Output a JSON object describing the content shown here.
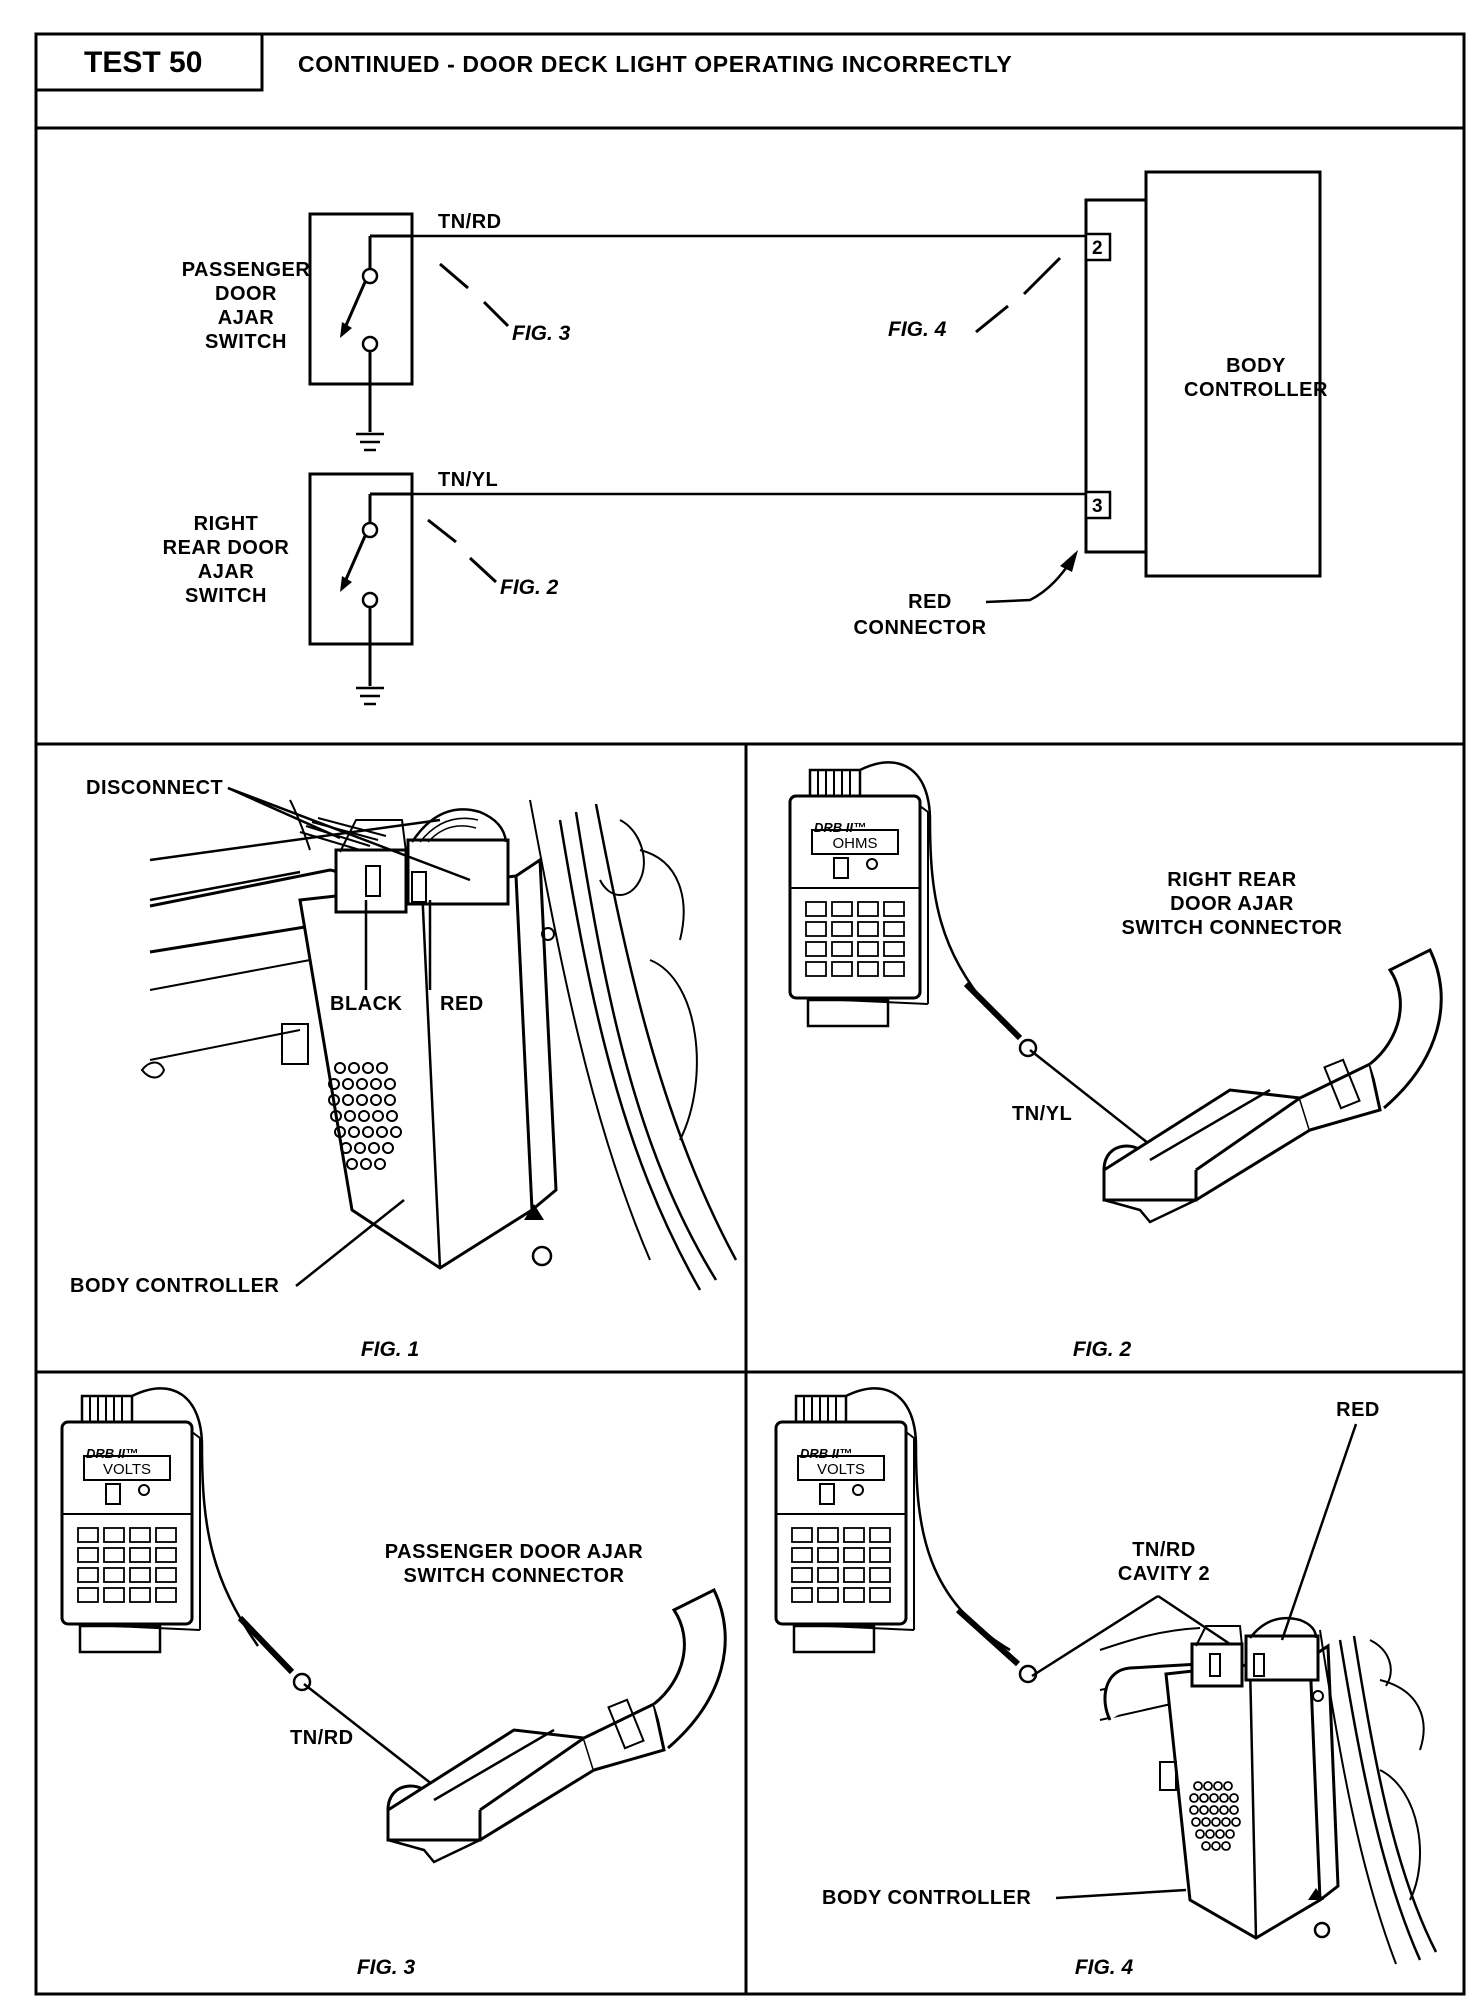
{
  "header": {
    "test_label": "TEST 50",
    "title": "CONTINUED - DOOR DECK LIGHT OPERATING INCORRECTLY"
  },
  "schematic": {
    "passenger_switch_label": [
      "PASSENGER",
      "DOOR",
      "AJAR",
      "SWITCH"
    ],
    "rear_switch_label": [
      "RIGHT",
      "REAR DOOR",
      "AJAR",
      "SWITCH"
    ],
    "wire_top": "TN/RD",
    "wire_bottom": "TN/YL",
    "fig_ref_top": "FIG. 3",
    "fig_ref_bottom": "FIG. 2",
    "fig_ref_controller": "FIG. 4",
    "pin_top": "2",
    "pin_bottom": "3",
    "controller_label": [
      "BODY",
      "CONTROLLER"
    ],
    "connector_label": [
      "RED",
      "CONNECTOR"
    ]
  },
  "fig1": {
    "caption": "FIG. 1",
    "disconnect": "DISCONNECT",
    "black": "BLACK",
    "red": "RED",
    "body_controller": "BODY CONTROLLER"
  },
  "fig2": {
    "caption": "FIG. 2",
    "tool_brand": "DRB II™",
    "tool_screen": "OHMS",
    "connector_label": [
      "RIGHT REAR",
      "DOOR AJAR",
      "SWITCH CONNECTOR"
    ],
    "wire": "TN/YL"
  },
  "fig3": {
    "caption": "FIG. 3",
    "tool_brand": "DRB II™",
    "tool_screen": "VOLTS",
    "connector_label": [
      "PASSENGER DOOR AJAR",
      "SWITCH CONNECTOR"
    ],
    "wire": "TN/RD"
  },
  "fig4": {
    "caption": "FIG. 4",
    "tool_brand": "DRB II™",
    "tool_screen": "VOLTS",
    "red": "RED",
    "cavity_label": [
      "TN/RD",
      "CAVITY 2"
    ],
    "body_controller": "BODY CONTROLLER"
  }
}
